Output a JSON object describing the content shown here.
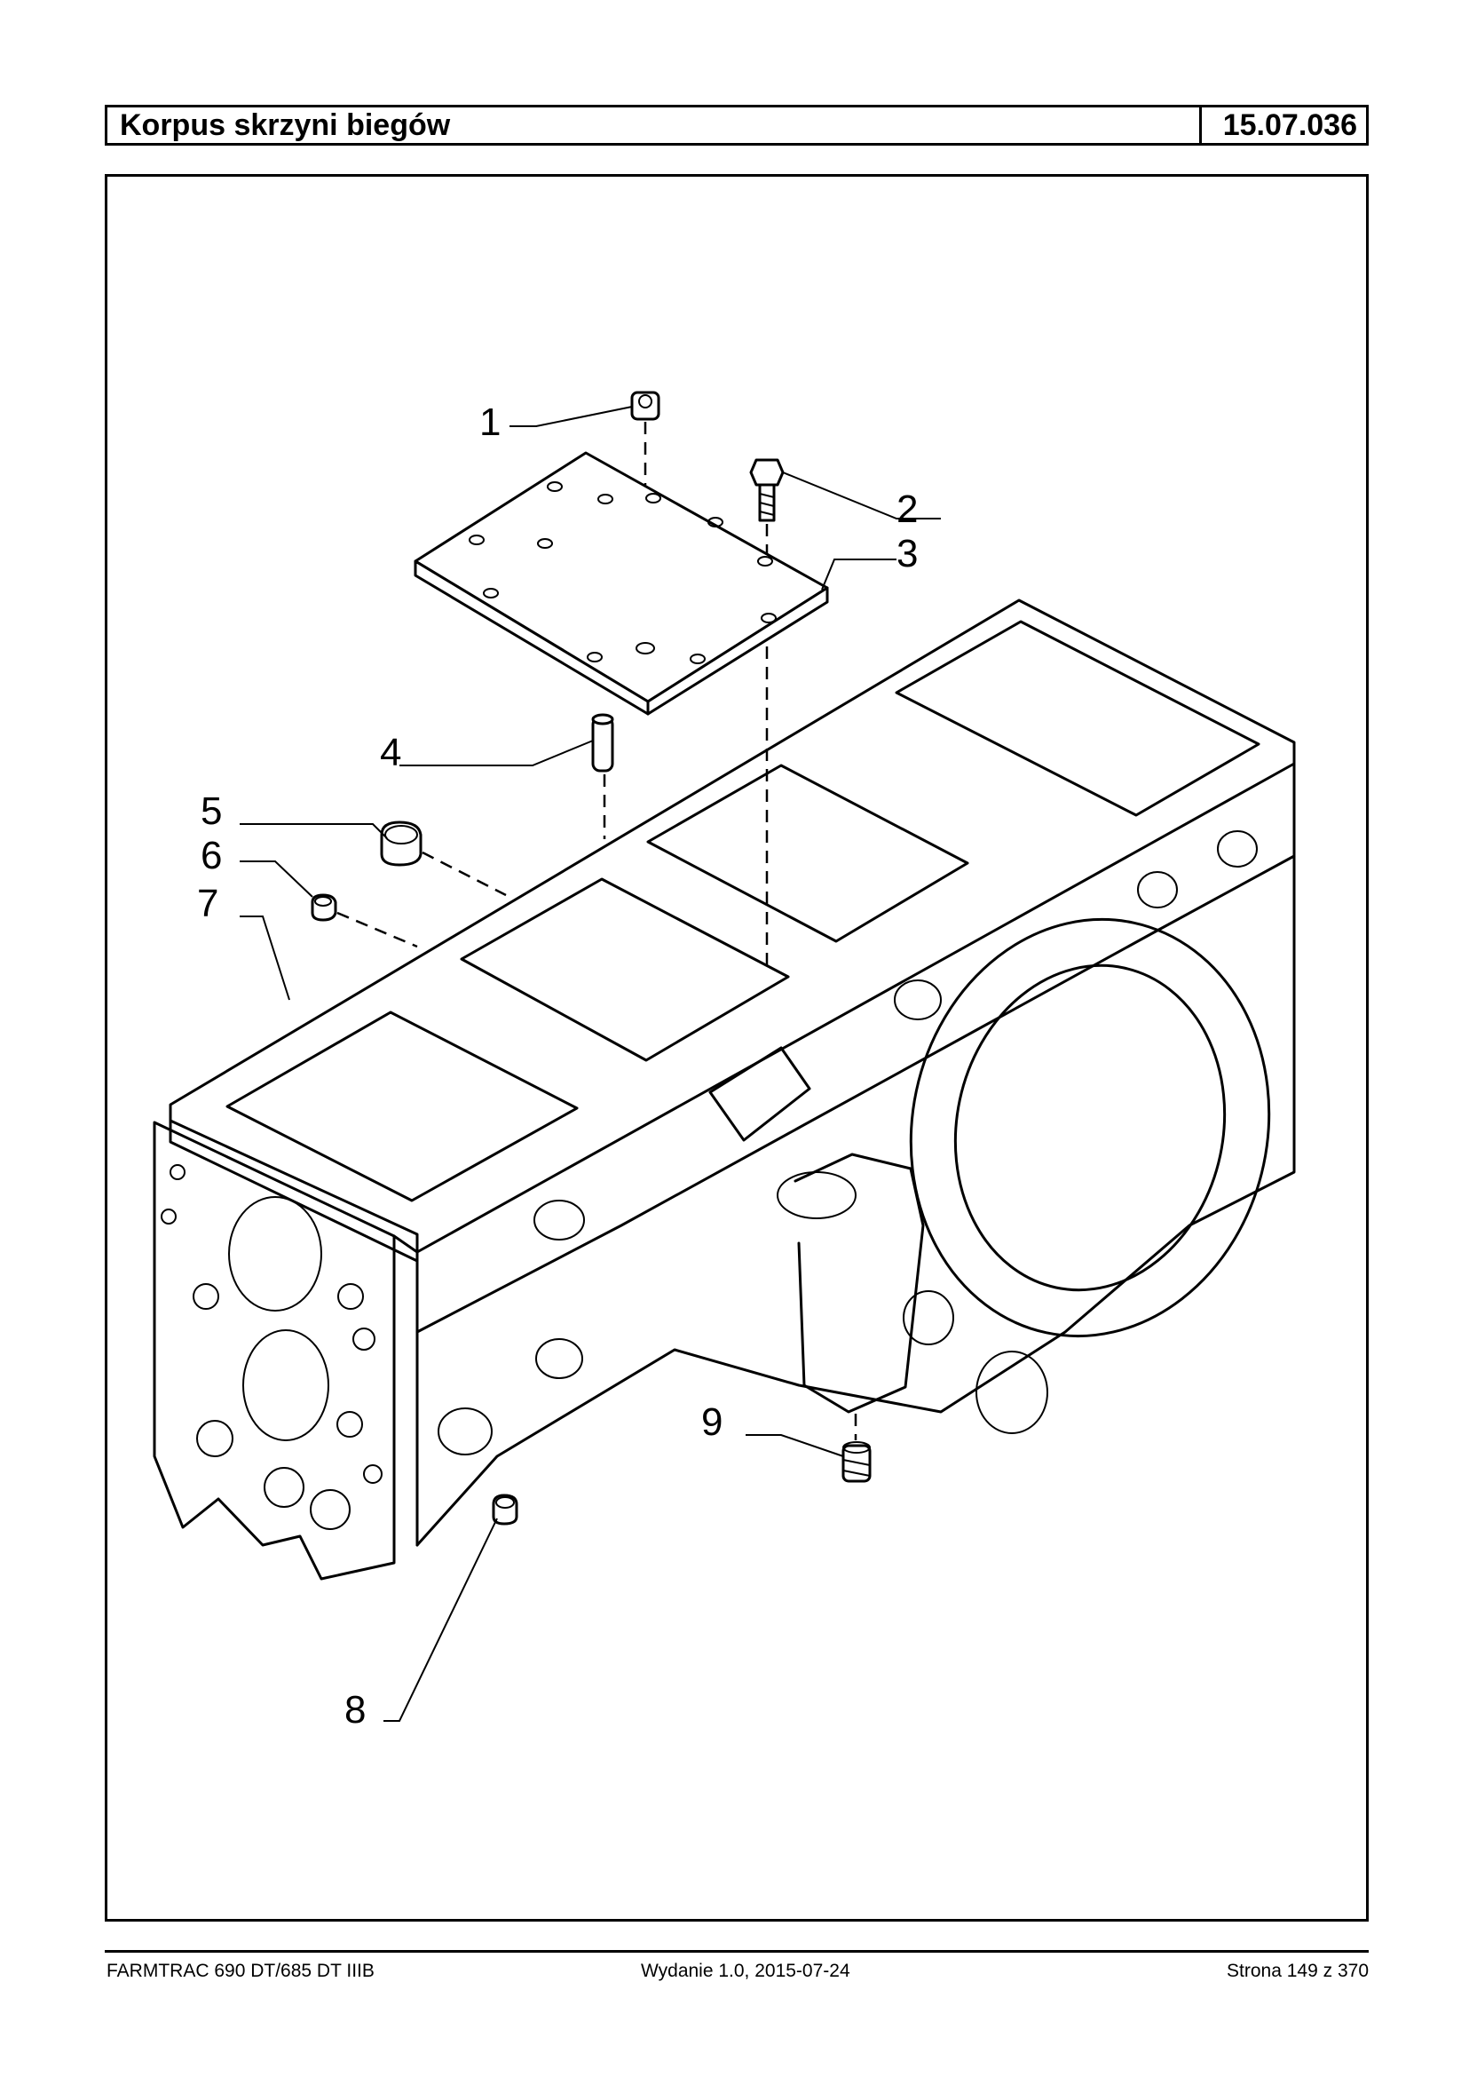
{
  "header": {
    "title": "Korpus skrzyni biegów",
    "code": "15.07.036"
  },
  "callouts": [
    "1",
    "2",
    "3",
    "4",
    "5",
    "6",
    "7",
    "8",
    "9"
  ],
  "footer": {
    "model": "FARMTRAC 690 DT/685 DT IIIB",
    "edition": "Wydanie 1.0,  2015-07-24",
    "page": "Strona 149 z 370"
  }
}
